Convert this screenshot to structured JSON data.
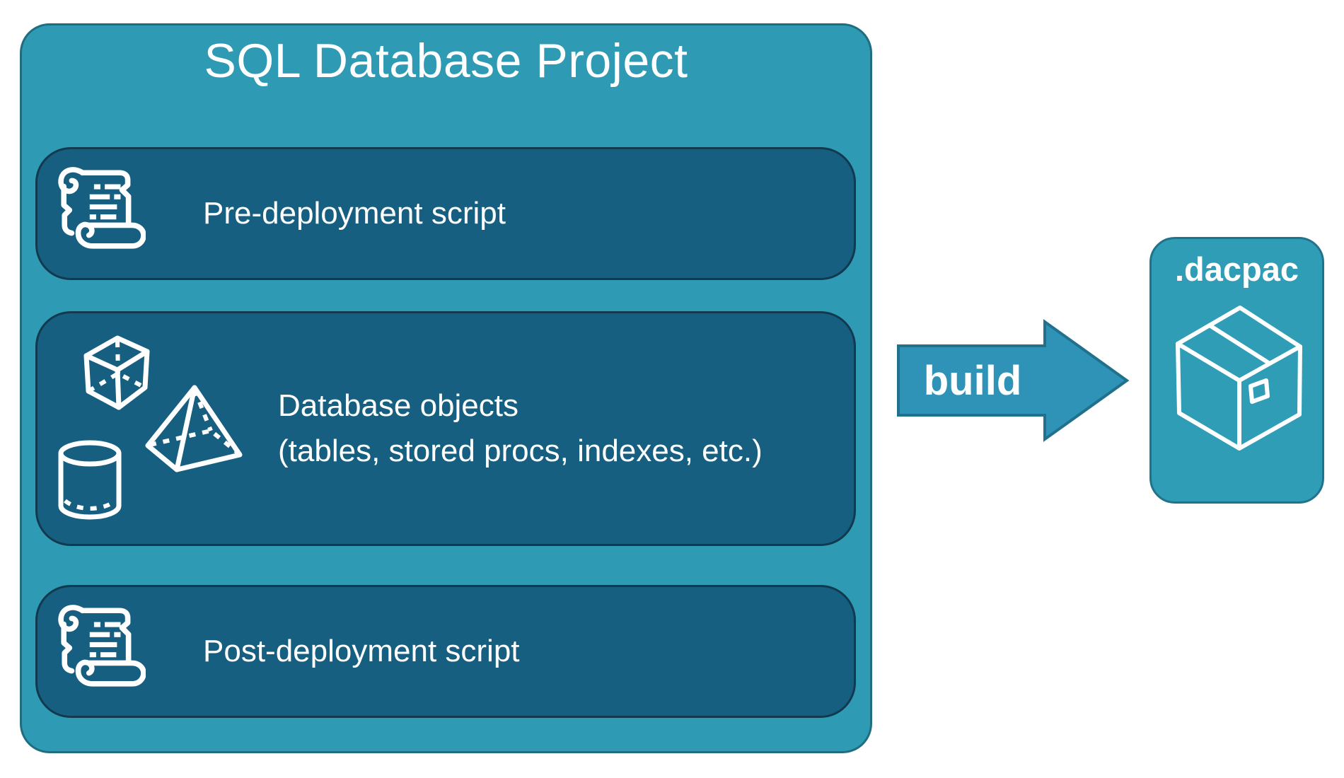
{
  "diagram": {
    "title": "SQL Database Project",
    "items": [
      {
        "id": "pre-deployment",
        "label": "Pre-deployment script",
        "icon": "scroll-icon"
      },
      {
        "id": "database-objects",
        "label_line1": "Database objects",
        "label_line2": "(tables, stored procs, indexes, etc.)",
        "icons": [
          "cube-icon",
          "pyramid-icon",
          "cylinder-icon"
        ]
      },
      {
        "id": "post-deployment",
        "label": "Post-deployment script",
        "icon": "scroll-icon"
      }
    ],
    "arrow_label": "build",
    "artifact_label": ".dacpac",
    "artifact_icon": "package-icon"
  },
  "colors": {
    "bg": "#ffffff",
    "text": "#ffffff",
    "outer-fill": "#2f9ab3",
    "outer-border": "#1e6e80",
    "inner-fill": "#175f80",
    "inner-border": "#11394f",
    "arrow-fill": "#2e93b6",
    "arrow-border": "#21708c",
    "dacpac-fill": "#2f9db6",
    "dacpac-border": "#20738a"
  }
}
